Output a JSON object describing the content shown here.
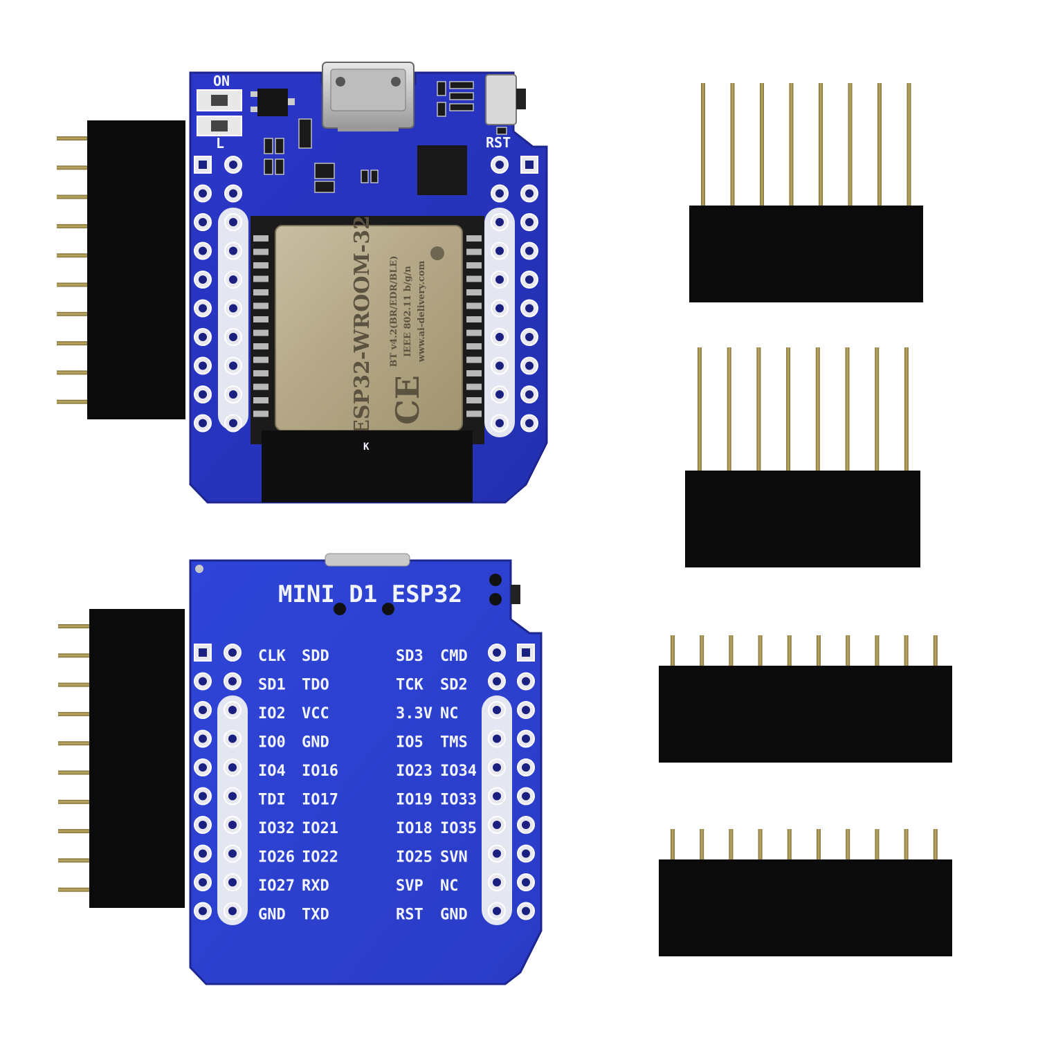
{
  "colors": {
    "background": "#ffffff",
    "pcb_blue": "#2a38c8",
    "pcb_blue_light": "#3d55e6",
    "pcb_edge": "#1d2690",
    "silkscreen": "#f2f4ff",
    "module_shield": "#b9ad90",
    "header_black": "#0b0b0b",
    "pin_gold": "#9c8a4c"
  },
  "top_board": {
    "labels": {
      "on": "ON",
      "l": "L",
      "rst": "RST",
      "k": "K"
    },
    "module": {
      "name": "ESP32-WROOM-32",
      "line1": "BT v4.2(BR/EDR/BLE)",
      "line2": "IEEE 802.11 b/g/n",
      "line3": "www.ai-delivery.com",
      "ce_mark": "CE"
    }
  },
  "bottom_board": {
    "title": "MINI D1 ESP32",
    "pin_labels": [
      [
        "CLK",
        "SDD",
        "SD3",
        "CMD"
      ],
      [
        "SD1",
        "TDO",
        "TCK",
        "SD2"
      ],
      [
        "IO2",
        "VCC",
        "3.3V",
        "NC"
      ],
      [
        "IO0",
        "GND",
        "IO5",
        "TMS"
      ],
      [
        "IO4",
        "IO16",
        "IO23",
        "IO34"
      ],
      [
        "TDI",
        "IO17",
        "IO19",
        "IO33"
      ],
      [
        "IO32",
        "IO21",
        "IO18",
        "IO35"
      ],
      [
        "IO26",
        "IO22",
        "IO25",
        "SVN"
      ],
      [
        "IO27",
        "RXD",
        "SVP",
        "NC"
      ],
      [
        "GND",
        "TXD",
        "RST",
        "GND"
      ]
    ]
  },
  "headers": {
    "female_left_top": {
      "pins": 10
    },
    "female_left_bottom": {
      "pins": 10
    },
    "female_right_1": {
      "pins": 8
    },
    "female_right_2": {
      "pins": 8
    },
    "male_right_1": {
      "pins": 10
    },
    "male_right_2": {
      "pins": 10
    }
  }
}
